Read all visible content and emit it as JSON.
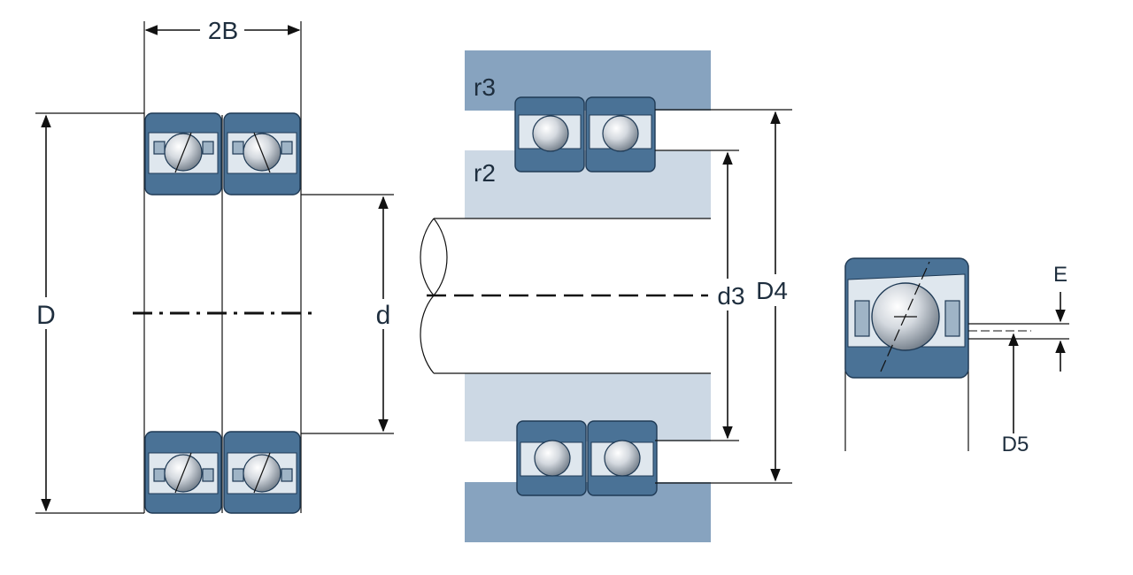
{
  "diagram": {
    "labels": {
      "width": "2B",
      "outer_diameter": "D",
      "bore": "d",
      "housing_radius": "r3",
      "shaft_radius": "r2",
      "shaft_shoulder": "d3",
      "housing_shoulder": "D4",
      "offset": "E",
      "nozzle_diameter": "D5"
    },
    "colors": {
      "ring": "#4a7296",
      "ring_edge": "#1f3a55",
      "housing": "#87a3bf",
      "shaft_shoulder": "#ccd8e4",
      "ball_light": "#ffffff",
      "ball_dark": "#6f7a86"
    }
  }
}
